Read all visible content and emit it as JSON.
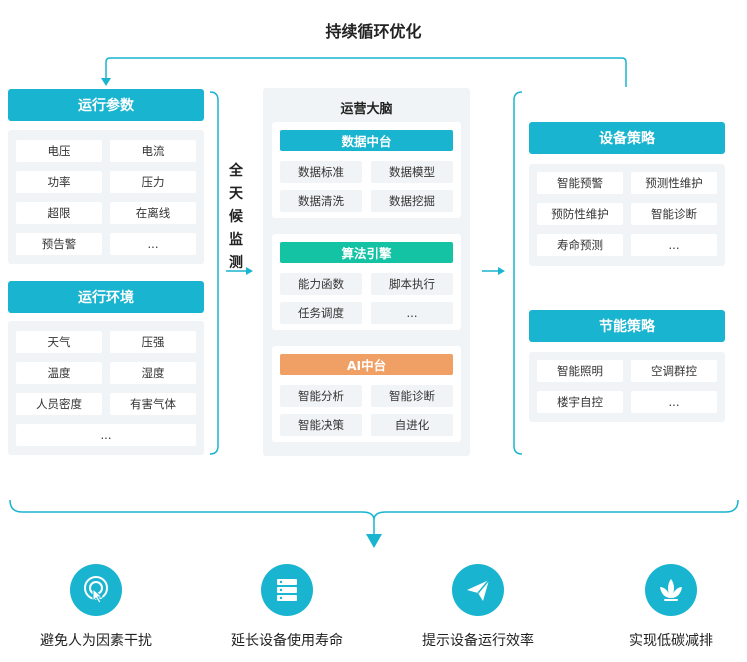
{
  "title": "持续循环优化",
  "left": {
    "params": {
      "header": "运行参数",
      "items": [
        "电压",
        "电流",
        "功率",
        "压力",
        "超限",
        "在离线",
        "预告警",
        "..."
      ]
    },
    "env": {
      "header": "运行环境",
      "items": [
        "天气",
        "压强",
        "温度",
        "湿度",
        "人员密度",
        "有害气体",
        "..."
      ]
    }
  },
  "monitor_label": [
    "全",
    "天",
    "候",
    "监",
    "测"
  ],
  "brain": {
    "header": "运营大脑",
    "data_center": {
      "header": "数据中台",
      "color": "#19b4cf",
      "items": [
        "数据标准",
        "数据模型",
        "数据清洗",
        "数据挖掘"
      ]
    },
    "algo_engine": {
      "header": "算法引擎",
      "color": "#14c2a4",
      "items": [
        "能力函数",
        "脚本执行",
        "任务调度",
        "..."
      ]
    },
    "ai_center": {
      "header": "AI中台",
      "color": "#f0a064",
      "items": [
        "智能分析",
        "智能诊断",
        "智能决策",
        "自进化"
      ]
    }
  },
  "right": {
    "device": {
      "header": "设备策略",
      "items": [
        "智能预警",
        "预测性维护",
        "预防性维护",
        "智能诊断",
        "寿命预测",
        "..."
      ]
    },
    "energy": {
      "header": "节能策略",
      "items": [
        "智能照明",
        "空调群控",
        "楼宇自控",
        "..."
      ]
    }
  },
  "outcomes": [
    {
      "label": "避免人为因素干扰",
      "icon": "touch-icon"
    },
    {
      "label": "延长设备使用寿命",
      "icon": "server-icon"
    },
    {
      "label": "提示设备运行效率",
      "icon": "paper-plane-icon"
    },
    {
      "label": "实现低碳减排",
      "icon": "lotus-icon"
    }
  ],
  "colors": {
    "accent": "#19b4cf",
    "panel": "#f1f4f6"
  }
}
